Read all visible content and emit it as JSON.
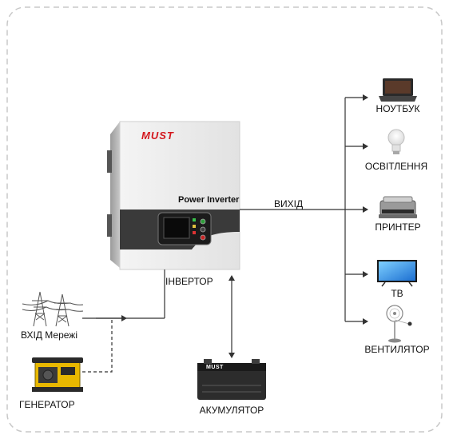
{
  "inverter": {
    "brand": "MUST",
    "title": "Power Inverter",
    "label": "ІНВЕРТОР"
  },
  "inputs": {
    "grid": "ВХІД Мережі",
    "generator": "ГЕНЕРАТОР"
  },
  "battery": {
    "brand": "MUST",
    "label": "АКУМУЛЯТОР"
  },
  "output": {
    "label": "ВИХІД",
    "loads": [
      {
        "label": "НОУТБУК",
        "icon": "laptop-icon"
      },
      {
        "label": "ОСВІТЛЕННЯ",
        "icon": "light-bulb-icon"
      },
      {
        "label": "ПРИНТЕР",
        "icon": "printer-icon"
      },
      {
        "label": "ТВ",
        "icon": "tv-icon"
      },
      {
        "label": "ВЕНТИЛЯТОР",
        "icon": "fan-icon"
      }
    ]
  },
  "colors": {
    "brand_red": "#d3171d",
    "lines": "#333333",
    "frame_dash": "#c8c8c8"
  }
}
